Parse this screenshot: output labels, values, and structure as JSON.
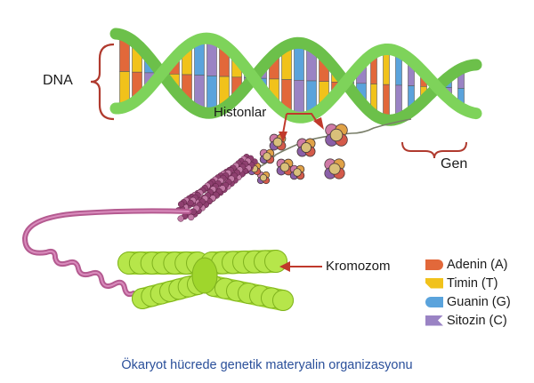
{
  "labels": {
    "dna": "DNA",
    "histones": "Histonlar",
    "gene": "Gen",
    "chromosome": "Kromozom"
  },
  "legend": [
    {
      "label": "Adenin (A)",
      "color": "#e2683a"
    },
    {
      "label": "Timin (T)",
      "color": "#f1c21b"
    },
    {
      "label": "Guanin (G)",
      "color": "#5aa3dc"
    },
    {
      "label": "Sitozin (C)",
      "color": "#9a83c4"
    }
  ],
  "caption": "Ökaryot hücrede genetik materyalin organizasyonu",
  "colors": {
    "dna_backbone": "#6cc04a",
    "chromatin": "#b45a90",
    "chromosome": "#9fd62c",
    "pointer": "#c0392b",
    "caption": "#2a4f9a"
  }
}
